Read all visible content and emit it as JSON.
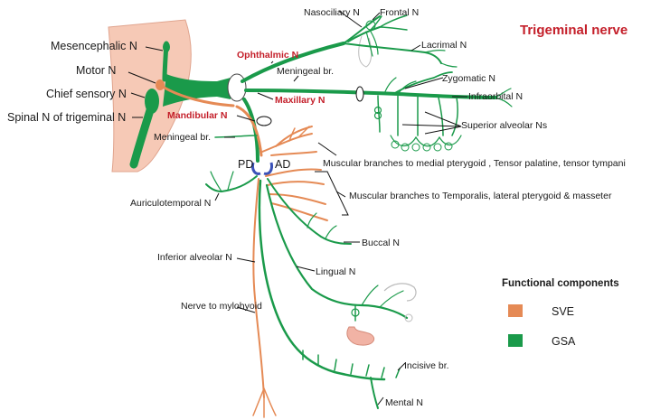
{
  "title": "Trigeminal nerve",
  "nuclei": {
    "mesencephalic": "Mesencephalic  N",
    "motor": "Motor  N",
    "chief_sensory": "Chief sensory  N",
    "spinal": "Spinal  N of trigeminal N"
  },
  "divisions": {
    "ophthalmic": "Ophthalmic  N",
    "maxillary": "Maxillary  N",
    "mandibular": "Mandibular N"
  },
  "branches": {
    "nasociliary": "Nasociliary  N",
    "frontal": "Frontal  N",
    "lacrimal": "Lacrimal  N",
    "meningeal_ophthalmic": "Meningeal br.",
    "zygomatic": "Zygomatic  N",
    "infraorbital": "Infraorbital  N",
    "superior_alveolar": "Superior alveolar Ns",
    "meningeal_mandibular": "Meningeal br.",
    "pd": "PD",
    "ad": "AD",
    "muscular_medial": "Muscular branches to medial  pterygoid , Tensor palatine, tensor tympani",
    "muscular_temporalis": "Muscular branches to Temporalis, lateral pterygoid & masseter",
    "auriculotemporal": "Auriculotemporal N",
    "buccal": "Buccal N",
    "inferior_alveolar": "Inferior alveolar N",
    "lingual": "Lingual N",
    "nerve_to_mylohyoid": "Nerve to mylohyoid",
    "incisive": "Incisive br.",
    "mental": "Mental N"
  },
  "legend": {
    "title": "Functional components",
    "items": [
      {
        "label": "SVE",
        "color": "#e58a55"
      },
      {
        "label": "GSA",
        "color": "#1a9a4a"
      }
    ]
  },
  "colors": {
    "gsa": "#1a9a4a",
    "sve": "#e58a55",
    "brainstem": "#f6c9b6",
    "title": "#c41f2a"
  }
}
